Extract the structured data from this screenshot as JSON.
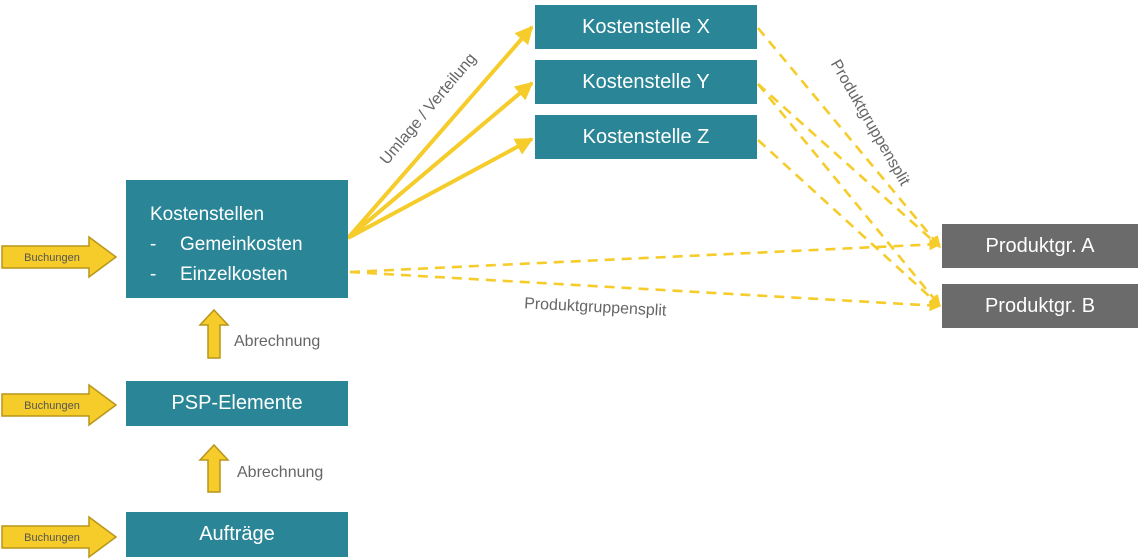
{
  "boxes": {
    "kostenstelle_x": "Kostenstelle X",
    "kostenstelle_y": "Kostenstelle Y",
    "kostenstelle_z": "Kostenstelle Z",
    "kostenstellen": {
      "title": "Kostenstellen",
      "items": [
        "Gemeinkosten",
        "Einzelkosten"
      ],
      "bullet": "-"
    },
    "psp_elemente": "PSP-Elemente",
    "auftraege": "Aufträge",
    "produkt_a": "Produktgr. A",
    "produkt_b": "Produktgr. B"
  },
  "labels": {
    "umlage": "Umlage / Verteilung",
    "produktgruppensplit_diagonal": "Produktgruppensplit",
    "produktgruppensplit_bottom": "Produktgruppensplit",
    "abrechnung_1": "Abrechnung",
    "abrechnung_2": "Abrechnung",
    "buchungen": [
      "Buchungen",
      "Buchungen",
      "Buchungen"
    ]
  },
  "colors": {
    "teal_box": "#2a8596",
    "gray_box": "#6b6b6b",
    "arrow_yellow": "#f5cc2a",
    "arrow_outline": "#b8951a",
    "label_gray": "#666666"
  }
}
